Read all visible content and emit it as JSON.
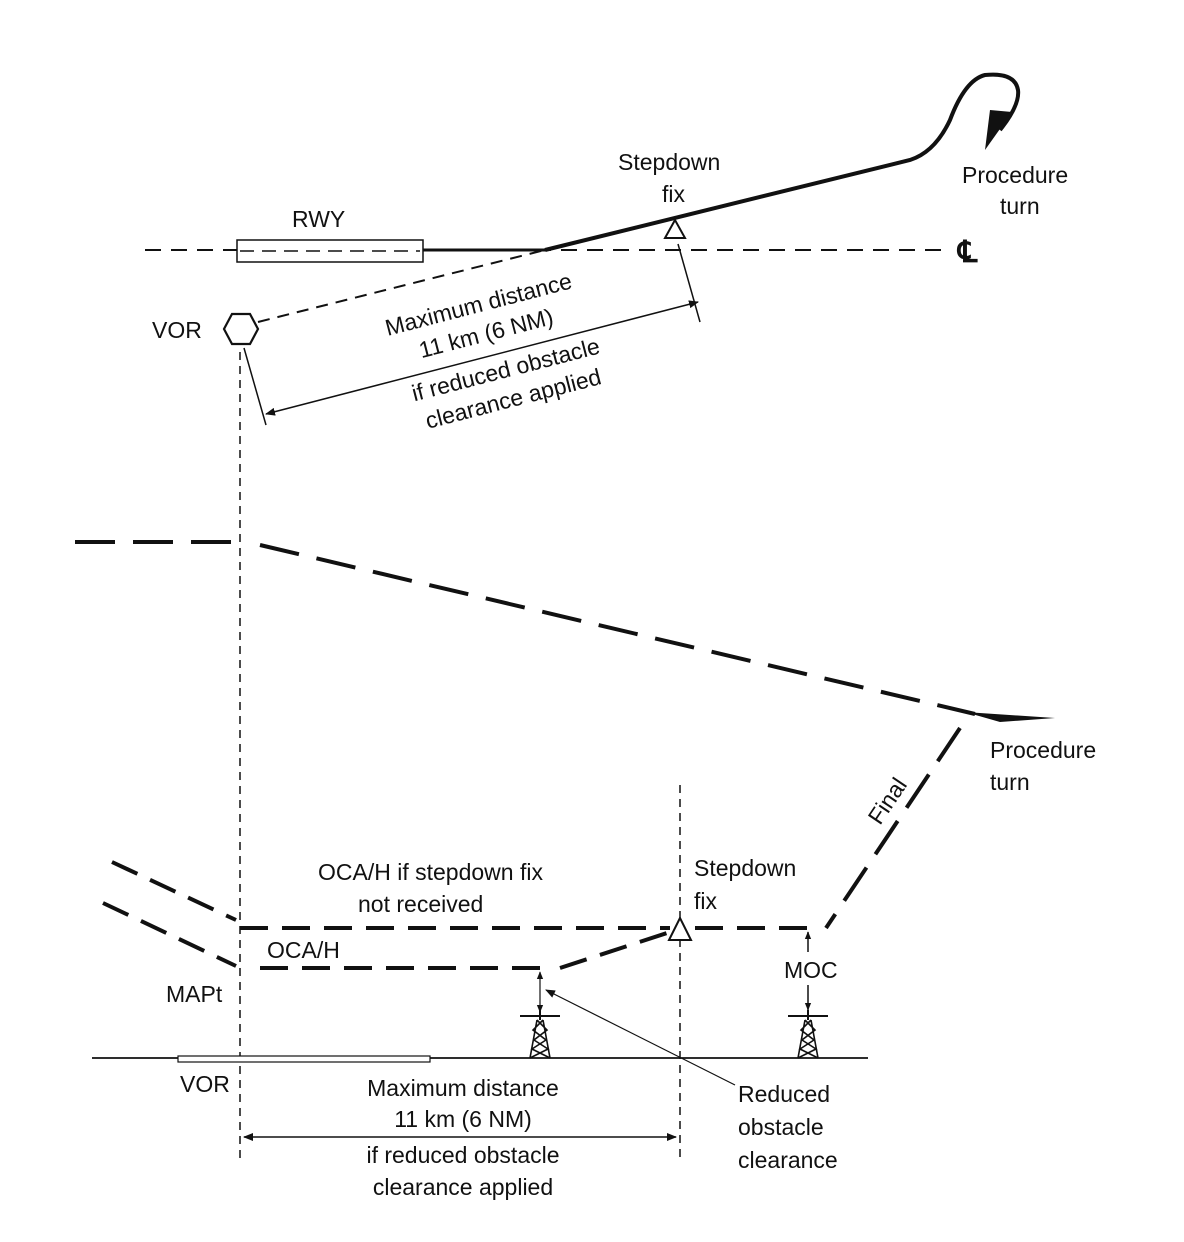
{
  "plan_view": {
    "rwy_label": "RWY",
    "stepdown_fix_line1": "Stepdown",
    "stepdown_fix_line2": "fix",
    "procedure_turn_line1": "Procedure",
    "procedure_turn_line2": "turn",
    "centerline_symbol": "℄",
    "vor_label": "VOR",
    "distance_line1": "Maximum distance",
    "distance_line2": "11 km (6 NM)",
    "distance_line3": "if reduced obstacle",
    "distance_line4": "clearance applied"
  },
  "profile_view": {
    "procedure_turn_line1": "Procedure",
    "procedure_turn_line2": "turn",
    "final_label": "Final",
    "oca_not_received_line1": "OCA/H if stepdown fix",
    "oca_not_received_line2": "not received",
    "stepdown_fix_line1": "Stepdown",
    "stepdown_fix_line2": "fix",
    "oca_label": "OCA/H",
    "mapt_label": "MAPt",
    "moc_label": "MOC",
    "vor_label": "VOR",
    "distance_line1": "Maximum distance",
    "distance_line2": "11 km (6 NM)",
    "distance_line3": "if reduced obstacle",
    "distance_line4": "clearance applied",
    "reduced_line1": "Reduced",
    "reduced_line2": "obstacle",
    "reduced_line3": "clearance"
  },
  "colors": {
    "ink": "#111111",
    "background": "#ffffff"
  }
}
